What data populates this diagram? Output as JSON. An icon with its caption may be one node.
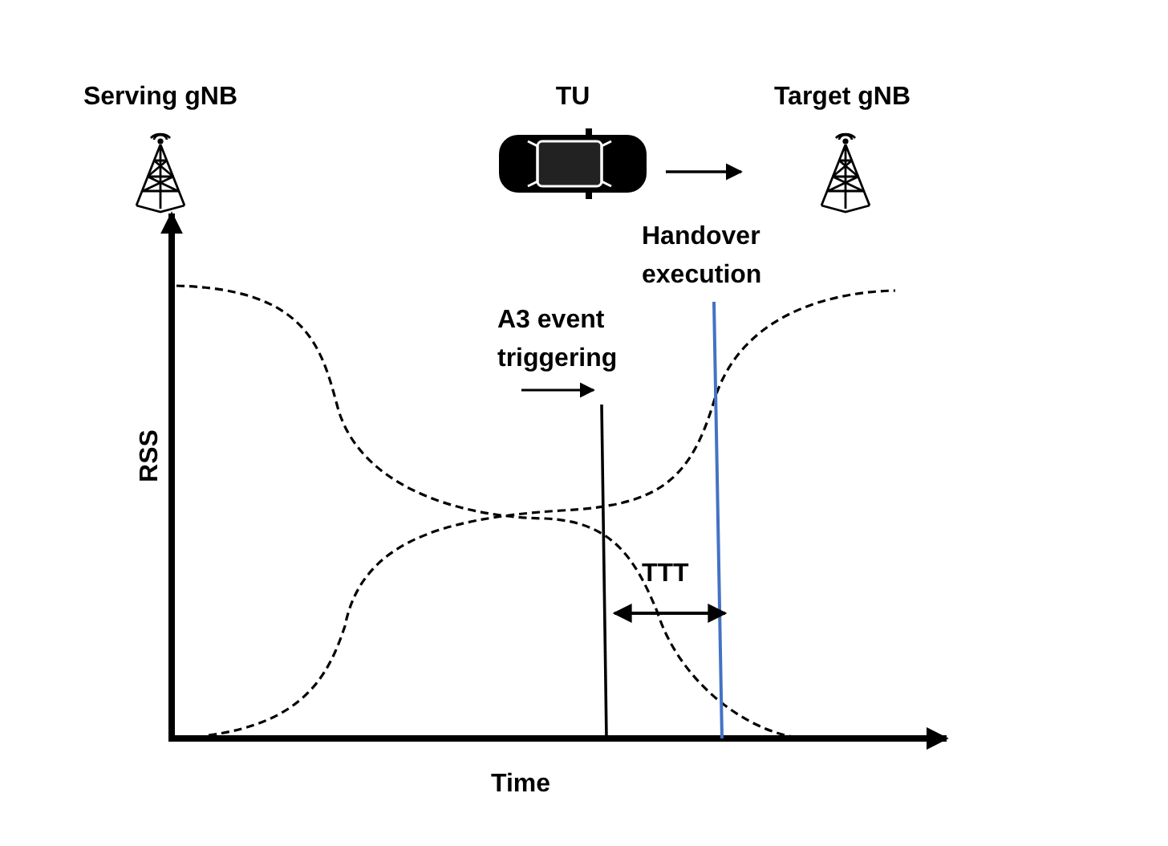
{
  "diagram": {
    "nodes": [
      {
        "text": [
          "Serving gNB"
        ]
      },
      {
        "text": [
          "TU"
        ]
      },
      {
        "text": [
          "Target gNB"
        ]
      }
    ],
    "edges": [
      {
        "from": 1,
        "to": 2,
        "arrow": "to"
      }
    ],
    "labels": [
      "Handover execution",
      "A3 event triggering",
      "RSS",
      "TTT",
      "Time"
    ]
  }
}
